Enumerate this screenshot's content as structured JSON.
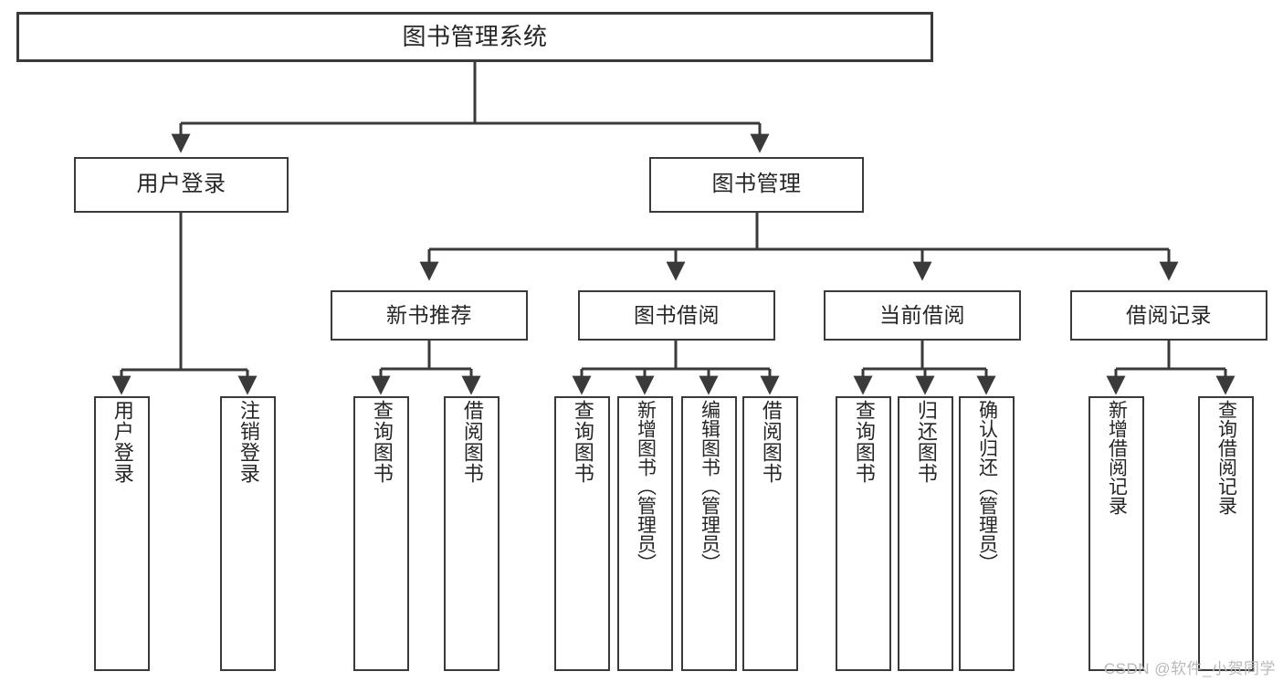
{
  "diagram": {
    "title": "图书管理系统",
    "type": "tree-hierarchy-chart",
    "colors": {
      "box_border": "#3a3a3a",
      "box_fill": "#ffffff",
      "connector": "#3a3a3a",
      "text": "#262626",
      "watermark": "#b9b9b9"
    },
    "root": {
      "label": "图书管理系统"
    },
    "level2": [
      {
        "label": "用户登录"
      },
      {
        "label": "图书管理"
      }
    ],
    "level3": [
      {
        "label": "新书推荐"
      },
      {
        "label": "图书借阅"
      },
      {
        "label": "当前借阅"
      },
      {
        "label": "借阅记录"
      }
    ],
    "leaves": {
      "user_login": [
        {
          "label": "用户登录"
        },
        {
          "label": "注销登录"
        }
      ],
      "new_book_recommend": [
        {
          "label": "查询图书"
        },
        {
          "label": "借阅图书"
        }
      ],
      "book_borrow": [
        {
          "label": "查询图书"
        },
        {
          "label": "新增图书（管理员）"
        },
        {
          "label": "编辑图书（管理员）"
        },
        {
          "label": "借阅图书"
        }
      ],
      "current_borrow": [
        {
          "label": "查询图书"
        },
        {
          "label": "归还图书"
        },
        {
          "label": "确认归还（管理员）"
        }
      ],
      "borrow_record": [
        {
          "label": "新增借阅记录"
        },
        {
          "label": "查询借阅记录"
        }
      ]
    }
  },
  "watermark": {
    "text": "CSDN @软件_小贺同学"
  }
}
